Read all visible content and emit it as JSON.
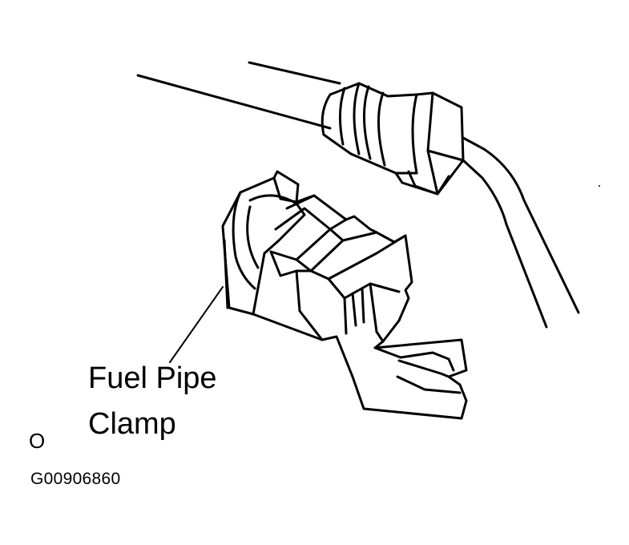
{
  "callout": {
    "line1": "Fuel Pipe",
    "line2": "Clamp"
  },
  "corner_mark": "O",
  "figure_code": "G00906860"
}
